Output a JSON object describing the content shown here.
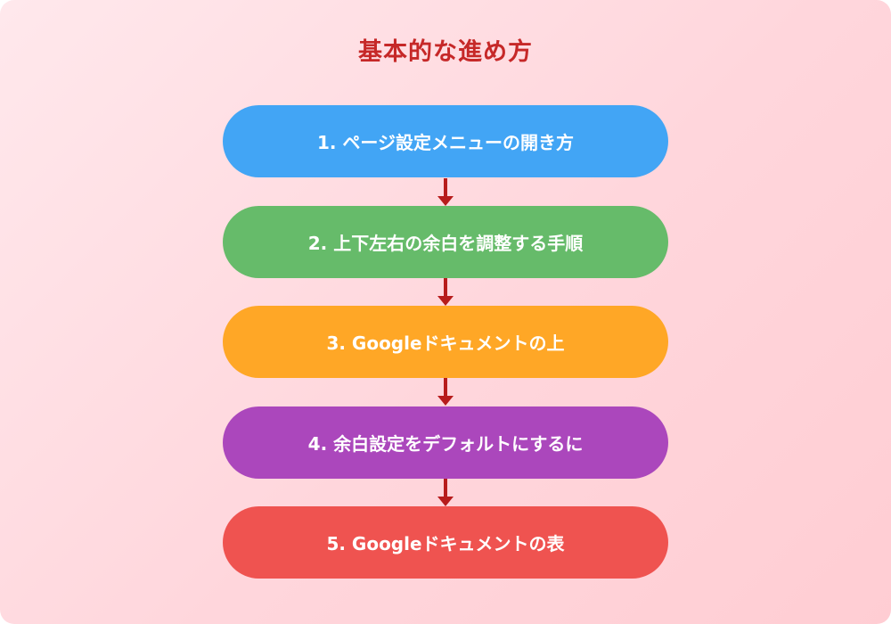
{
  "diagram": {
    "title": "基本的な進め方",
    "title_color": "#c62828",
    "arrow_color": "#b71c1c",
    "steps": [
      {
        "label": "1. ページ設定メニューの開き方",
        "color": "#42a5f5"
      },
      {
        "label": "2. 上下左右の余白を調整する手順",
        "color": "#66bb6a"
      },
      {
        "label": "3. Googleドキュメントの上",
        "color": "#ffa726"
      },
      {
        "label": "4. 余白設定をデフォルトにするに",
        "color": "#ab47bc"
      },
      {
        "label": "5. Googleドキュメントの表",
        "color": "#ef5350"
      }
    ],
    "connectors": [
      {
        "from": 1,
        "to": 2,
        "icon": "arrow-down-icon"
      },
      {
        "from": 2,
        "to": 3,
        "icon": "arrow-down-icon"
      },
      {
        "from": 3,
        "to": 4,
        "icon": "arrow-down-icon"
      },
      {
        "from": 4,
        "to": 5,
        "icon": "arrow-down-icon"
      }
    ]
  }
}
